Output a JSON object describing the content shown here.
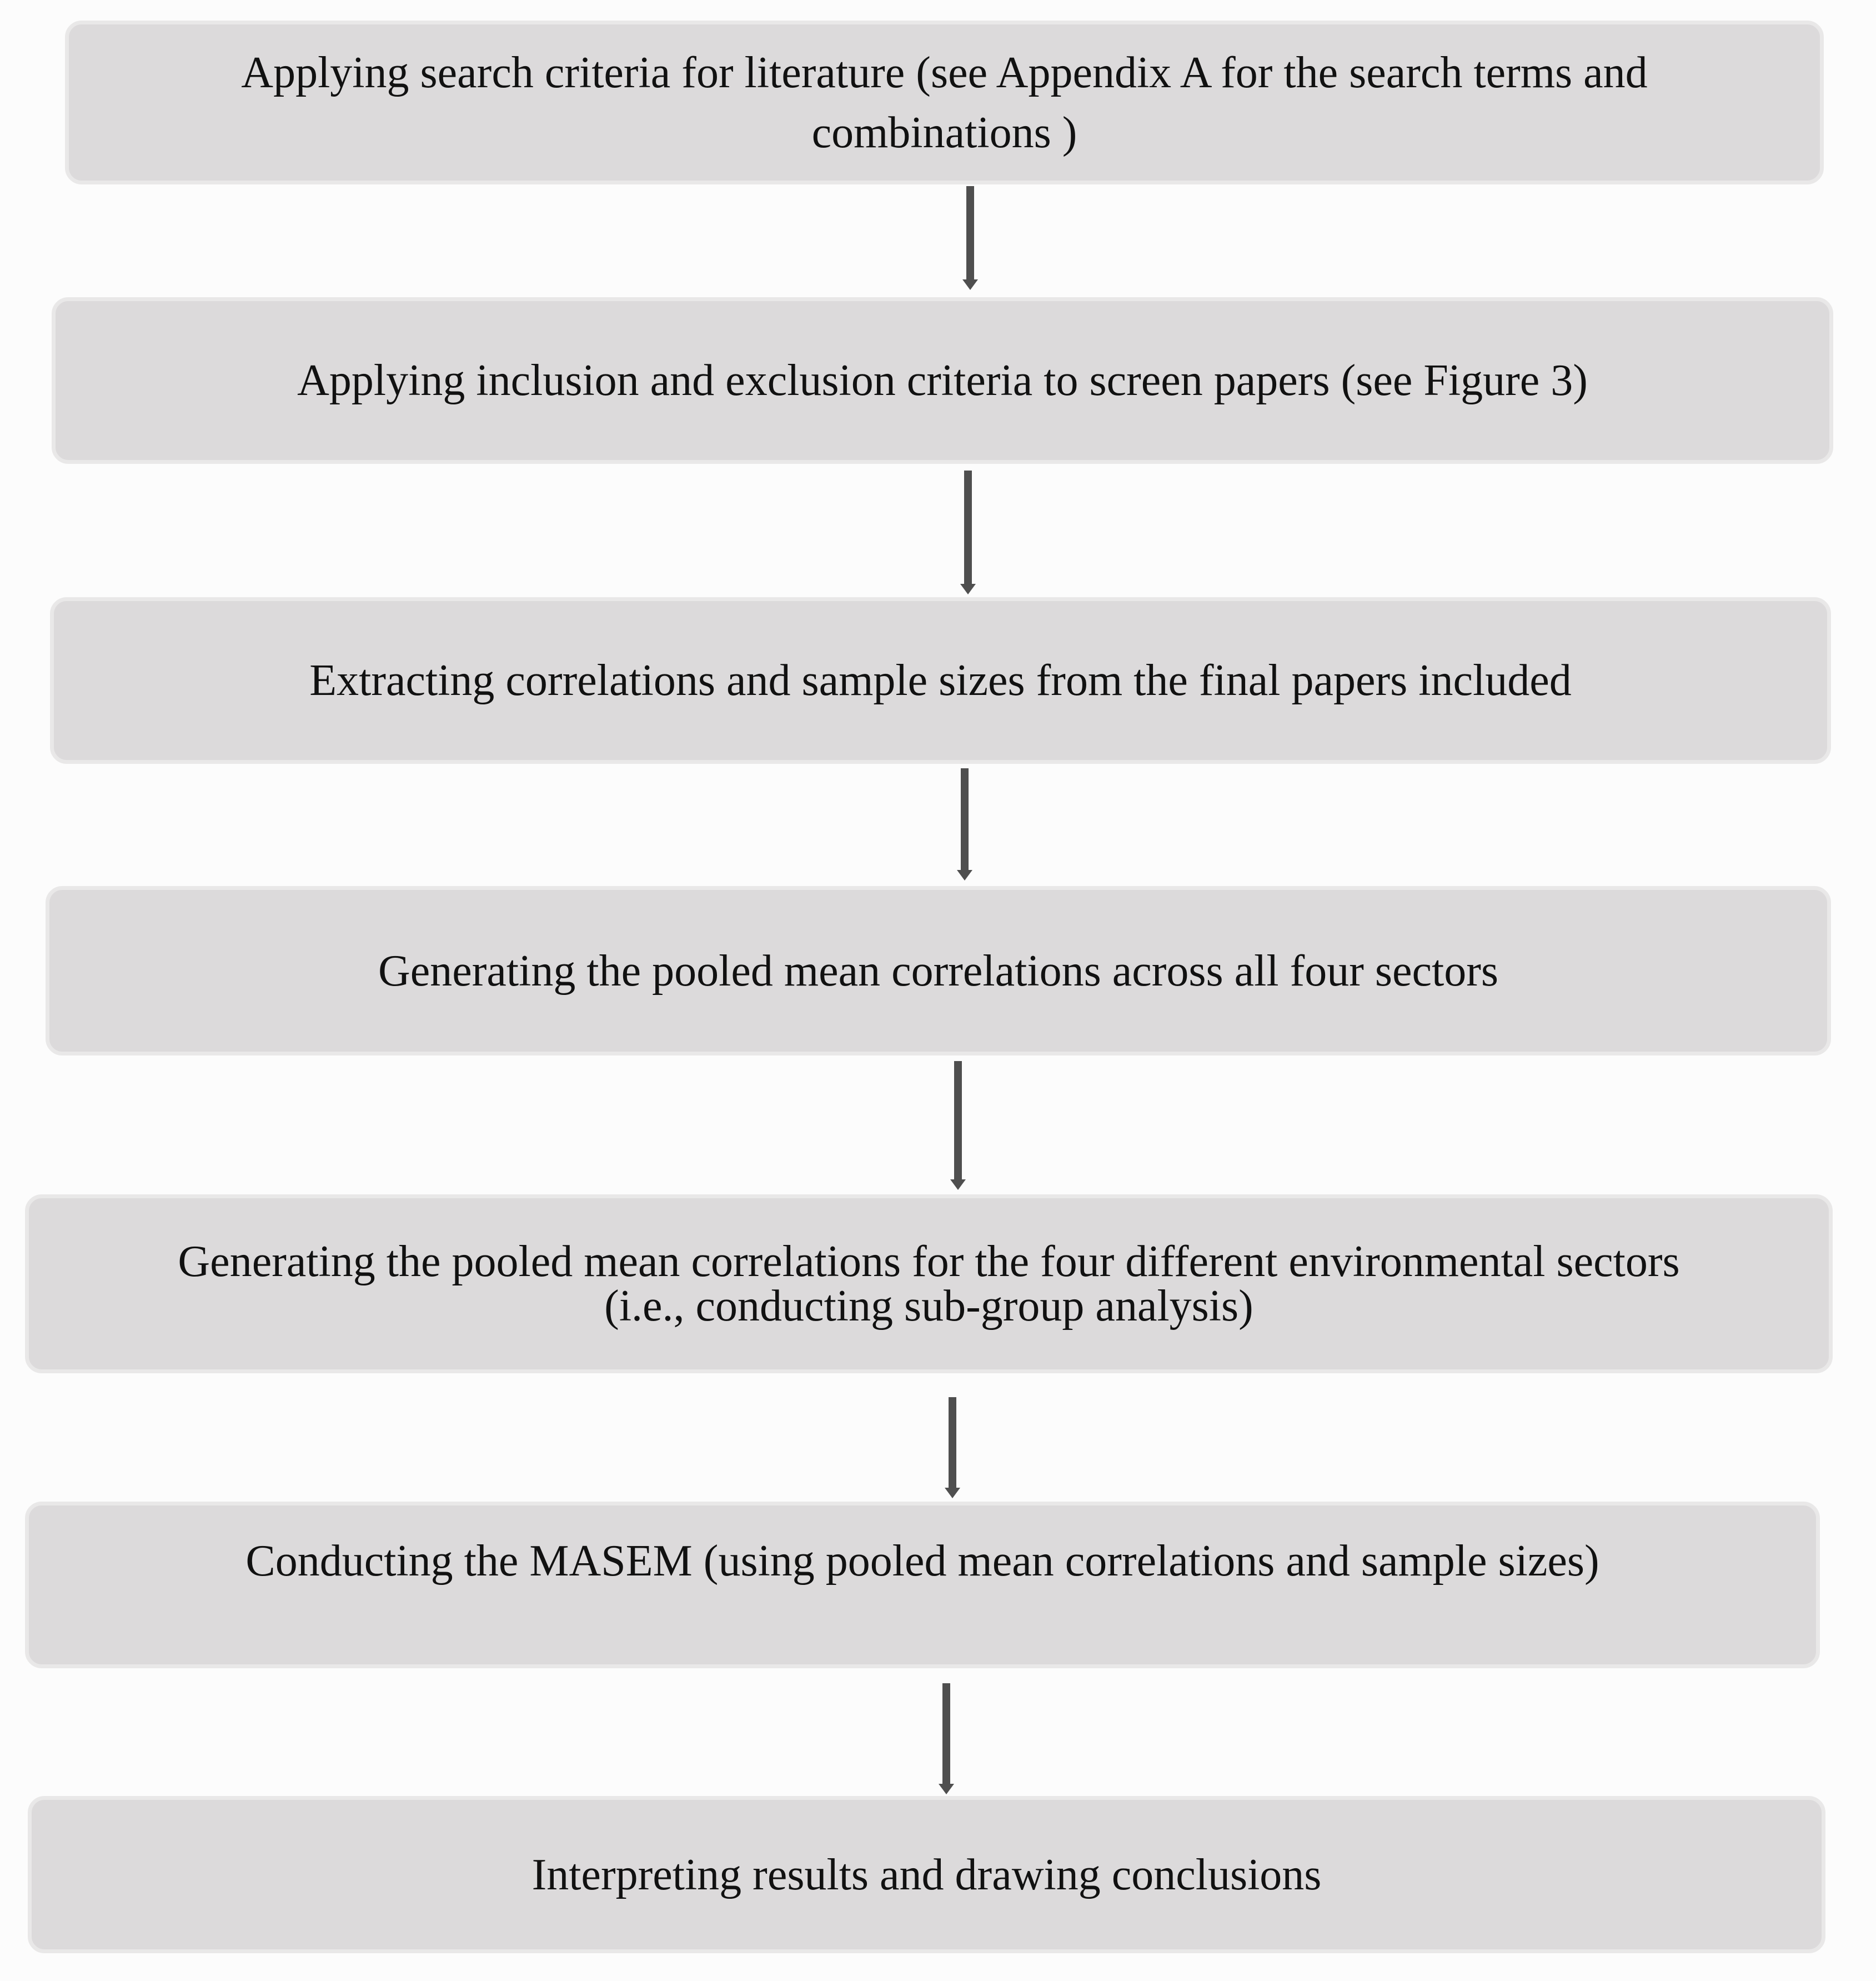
{
  "flowchart": {
    "steps": [
      {
        "label": "Applying search criteria for literature (see Appendix A for the search terms and combinations )"
      },
      {
        "label": "Applying inclusion and exclusion criteria to screen papers (see Figure 3)"
      },
      {
        "label": "Extracting correlations and sample sizes from the final papers included"
      },
      {
        "label": "Generating the pooled mean correlations across all four sectors"
      },
      {
        "label": "Generating the pooled mean correlations for the four different environmental sectors (i.e., conducting sub-group analysis)"
      },
      {
        "label": "Conducting the MASEM (using pooled mean correlations and sample sizes)"
      },
      {
        "label": "Interpreting results and drawing conclusions"
      }
    ],
    "colors": {
      "box_fill": "#dcdadb",
      "box_border": "#e9e8e8",
      "arrow": "#4f4f4f",
      "text": "#111111",
      "background": "#fcfcfc"
    }
  }
}
